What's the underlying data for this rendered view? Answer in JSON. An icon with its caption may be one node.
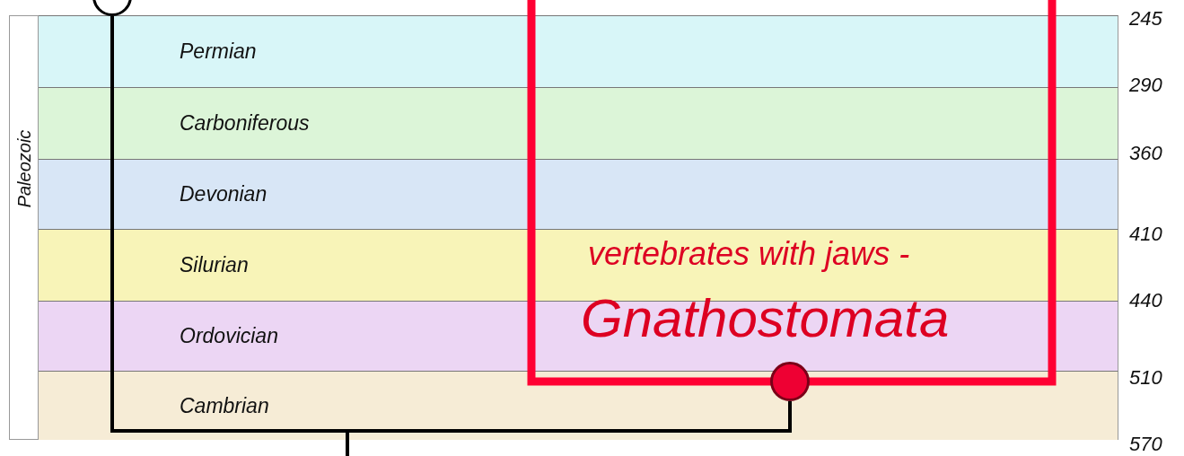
{
  "diagram": {
    "nodes": [
      {
        "text": [
          "Paleozoic"
        ]
      },
      {
        "text": [
          "Permian"
        ]
      },
      {
        "text": [
          "Carboniferous"
        ]
      },
      {
        "text": [
          "Devonian"
        ]
      },
      {
        "text": [
          "Silurian"
        ]
      },
      {
        "text": [
          "Ordovician"
        ]
      },
      {
        "text": [
          "Cambrian"
        ]
      },
      {
        "text": [],
        "shape": "circle"
      },
      {
        "text": [
          "vertebrates with jaws -",
          "Gnathostomata"
        ]
      },
      {
        "text": [],
        "shape": "circle"
      }
    ],
    "edges": [
      {
        "from": null,
        "to": 7,
        "arrow": "none"
      },
      {
        "from": null,
        "to": 9,
        "arrow": "none"
      }
    ],
    "labels": [
      "245",
      "290",
      "360",
      "410",
      "440",
      "510",
      "570"
    ]
  }
}
